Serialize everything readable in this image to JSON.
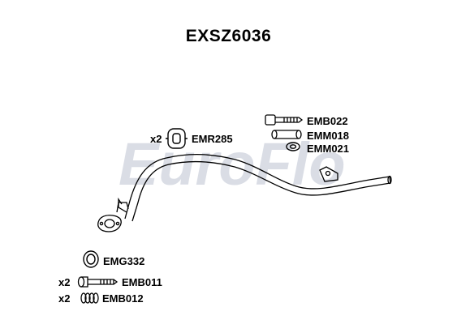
{
  "title": "EXSZ6036",
  "watermark": "EuroFlo",
  "parts": {
    "emr285": {
      "code": "EMR285",
      "qty": "x2"
    },
    "emb022": {
      "code": "EMB022"
    },
    "emm018": {
      "code": "EMM018"
    },
    "emm021": {
      "code": "EMM021"
    },
    "emg332": {
      "code": "EMG332"
    },
    "emb011": {
      "code": "EMB011",
      "qty": "x2"
    },
    "emb012": {
      "code": "EMB012",
      "qty": "x2"
    }
  },
  "colors": {
    "line": "#000000",
    "watermark": "#d9dce4",
    "watermark_accent": "#e8c9c9"
  }
}
